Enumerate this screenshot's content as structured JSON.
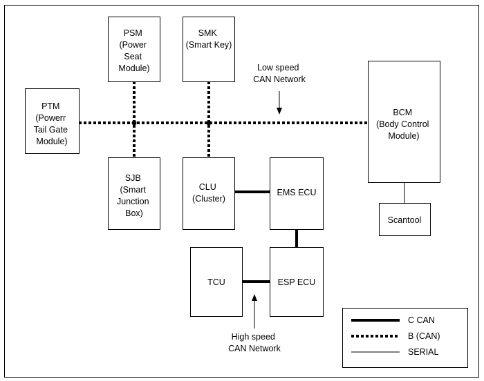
{
  "modules": {
    "psm": [
      "PSM",
      "(Power",
      "Seat",
      "Module)"
    ],
    "smk": [
      "SMK",
      "(Smart Key)"
    ],
    "ptm": [
      "PTM",
      "(Powerr",
      "Tail Gate",
      "Module)"
    ],
    "bcm": [
      "BCM",
      "(Body Control",
      "Module)"
    ],
    "sjb": [
      "SJB",
      "(Smart",
      "Junction",
      "Box)"
    ],
    "clu": [
      "CLU",
      "(Cluster)"
    ],
    "ems": [
      "EMS ECU"
    ],
    "esp": [
      "ESP ECU"
    ],
    "tcu": [
      "TCU"
    ],
    "scantool": [
      "Scantool"
    ]
  },
  "annotations": {
    "low_speed": [
      "Low speed",
      "CAN Network"
    ],
    "high_speed": [
      "High speed",
      "CAN Network"
    ]
  },
  "legend": {
    "c_can": "C CAN",
    "b_can": "B (CAN)",
    "serial": "SERIAL"
  }
}
